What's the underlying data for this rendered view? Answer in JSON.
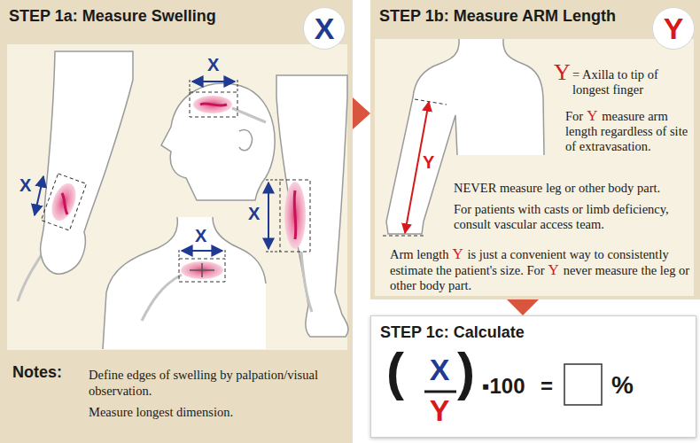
{
  "diagram": {
    "nodes": [
      {
        "text": [
          "STEP 1a: Measure Swelling"
        ]
      },
      {
        "text": [
          "X"
        ],
        "in": 0
      },
      {
        "text": [
          "STEP 1b: Measure ARM Length"
        ]
      },
      {
        "text": [
          "Y"
        ],
        "in": 2
      },
      {
        "text": [
          "STEP 1c: Calculate"
        ]
      }
    ],
    "edges": [
      {
        "from": 0,
        "to": 2,
        "arrow": "to"
      },
      {
        "from": 2,
        "to": 4,
        "arrow": "to"
      }
    ],
    "labels": [
      "X",
      "X",
      "X",
      "X",
      "Y",
      "Y",
      "= Axilla to tip of longest finger",
      "For",
      "Y",
      "measure arm length regardless of site of extravasation.",
      "NEVER measure leg or other body part.",
      "For patients with casts or limb deficiency, consult vascular access team.",
      "Arm length",
      "Y",
      "is just a convenient way to consistently estimate the patient's size. For",
      "Y",
      "never measure the leg or other body part.",
      "Notes:",
      "Define edges of swelling by palpation/visual observation.",
      "Measure longest dimension.",
      "(",
      "X",
      "Y",
      ")",
      "▪100",
      "=",
      "%"
    ]
  }
}
